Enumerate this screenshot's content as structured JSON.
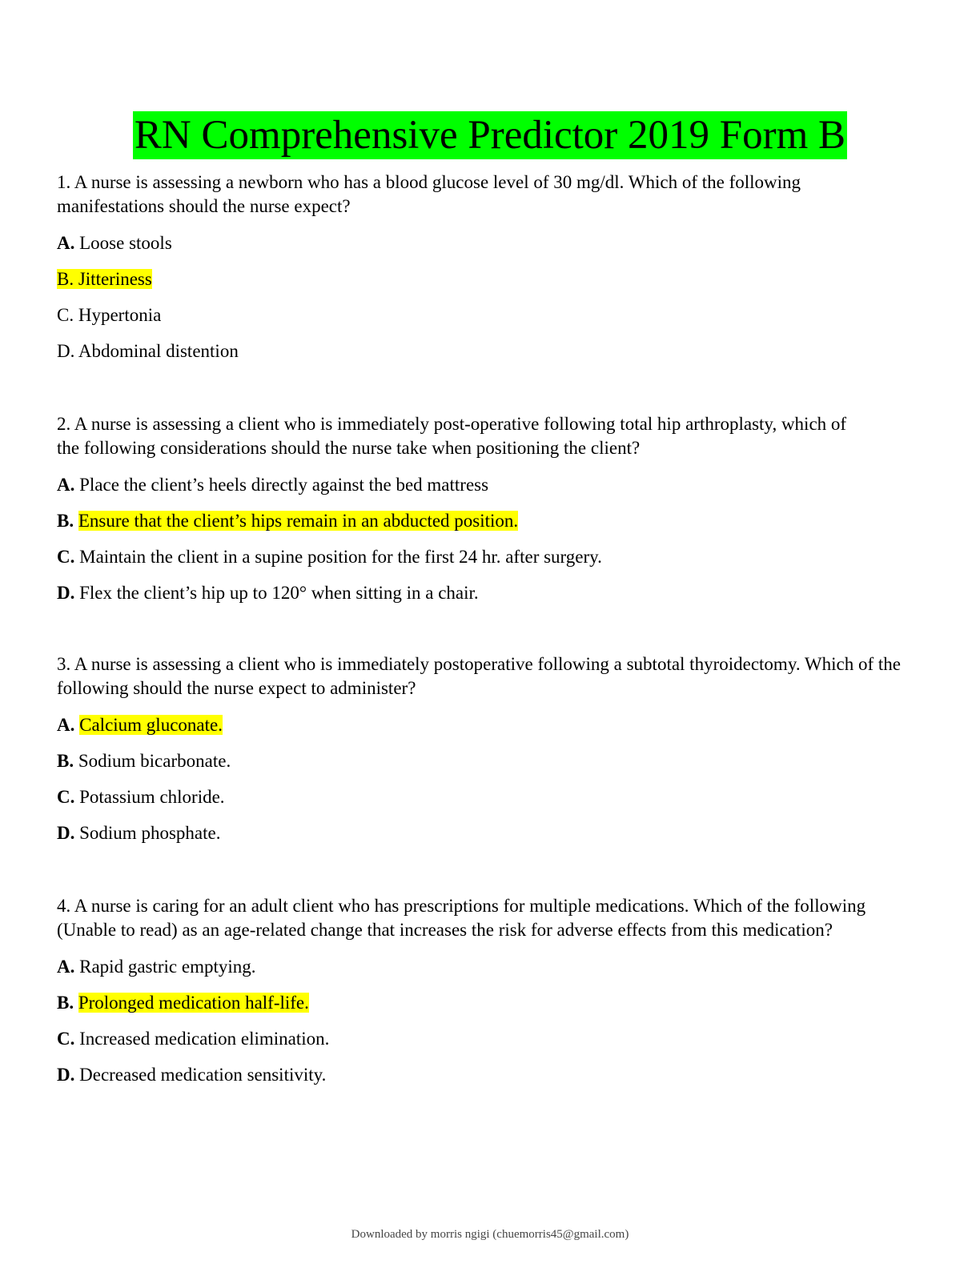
{
  "title": "RN Comprehensive Predictor 2019 Form B",
  "highlight_colors": {
    "title": "#00ff00",
    "answer": "#ffff00"
  },
  "questions": [
    {
      "stem": "1. A nurse is assessing a newborn who has a blood glucose level of 30 mg/dl. Which of the following manifestations should the nurse expect?",
      "options": [
        {
          "letter": "A.",
          "text": " Loose stools",
          "highlighted": false
        },
        {
          "letter": "B.",
          "text": " Jitteriness",
          "highlighted": true
        },
        {
          "letter": "C.",
          "text": " Hypertonia",
          "highlighted": false
        },
        {
          "letter": "D.",
          "text": " Abdominal distention",
          "highlighted": false
        }
      ]
    },
    {
      "stem": "2. A nurse is assessing a client who is immediately post-operative following total hip arthroplasty, which of the following considerations should the nurse take when positioning the client?",
      "options": [
        {
          "letter": "A.",
          "text": "Place the client’s heels directly against the bed mattress",
          "highlighted": false
        },
        {
          "letter": "B.",
          "text": "Ensure that the client’s hips remain in an abducted position.",
          "highlighted": true
        },
        {
          "letter": "C.",
          "text": "Maintain the client in a supine position for the first 24 hr. after surgery.",
          "highlighted": false
        },
        {
          "letter": "D.",
          "text": "Flex the client’s hip up to 120° when sitting in a chair.",
          "highlighted": false
        }
      ]
    },
    {
      "stem": "3. A nurse is assessing a client who is immediately postoperative following a subtotal thyroidectomy. Which of the following should the nurse expect to administer?",
      "options": [
        {
          "letter": "A.",
          "text": "Calcium gluconate.",
          "highlighted": true
        },
        {
          "letter": "B.",
          "text": "Sodium bicarbonate.",
          "highlighted": false
        },
        {
          "letter": "C.",
          "text": "Potassium chloride.",
          "highlighted": false
        },
        {
          "letter": "D.",
          "text": "Sodium phosphate.",
          "highlighted": false
        }
      ]
    },
    {
      "stem": "4. A nurse is caring for an adult client who has prescriptions for multiple medications. Which of the following (Unable to read) as an age-related change that increases the risk for adverse effects from this medication?",
      "options": [
        {
          "letter": "A.",
          "text": "Rapid gastric emptying.",
          "highlighted": false
        },
        {
          "letter": "B.",
          "text": "Prolonged medication half-life.",
          "highlighted": true
        },
        {
          "letter": "C.",
          "text": "Increased medication elimination.",
          "highlighted": false
        },
        {
          "letter": "D.",
          "text": "Decreased medication sensitivity.",
          "highlighted": false
        }
      ]
    }
  ],
  "footer": "Downloaded by morris ngigi (chuemorris45@gmail.com)"
}
